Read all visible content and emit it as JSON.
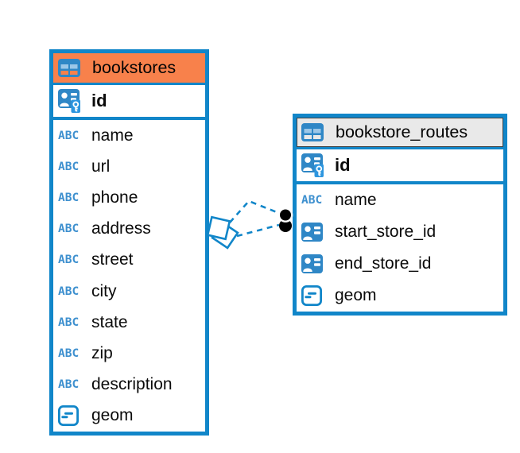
{
  "diagram": {
    "background_color": "#ffffff",
    "accent_color": "#1186C9",
    "tables": [
      {
        "name": "bookstores",
        "header_color": "#F8814B",
        "header_icon": "table-icon",
        "columns": [
          {
            "name": "id",
            "icon": "primary-key-icon",
            "primary_key": true
          },
          {
            "name": "name",
            "icon": "text-icon"
          },
          {
            "name": "url",
            "icon": "text-icon"
          },
          {
            "name": "phone",
            "icon": "text-icon"
          },
          {
            "name": "address",
            "icon": "text-icon"
          },
          {
            "name": "street",
            "icon": "text-icon"
          },
          {
            "name": "city",
            "icon": "text-icon"
          },
          {
            "name": "state",
            "icon": "text-icon"
          },
          {
            "name": "zip",
            "icon": "text-icon"
          },
          {
            "name": "description",
            "icon": "text-icon"
          },
          {
            "name": "geom",
            "icon": "geometry-icon"
          }
        ]
      },
      {
        "name": "bookstore_routes",
        "header_color": "#E9E9E9",
        "header_border_color": "#3F3F3F",
        "header_icon": "table-icon",
        "columns": [
          {
            "name": "id",
            "icon": "primary-key-icon",
            "primary_key": true
          },
          {
            "name": "name",
            "icon": "text-icon"
          },
          {
            "name": "start_store_id",
            "icon": "foreign-key-icon"
          },
          {
            "name": "end_store_id",
            "icon": "foreign-key-icon"
          },
          {
            "name": "geom",
            "icon": "geometry-icon"
          }
        ]
      }
    ],
    "relationships": [
      {
        "from_table": "bookstores",
        "to_table": "bookstore_routes",
        "line_style": "dashed",
        "source_marker": "diamond",
        "target_marker": "dot"
      },
      {
        "from_table": "bookstores",
        "to_table": "bookstore_routes",
        "line_style": "dashed",
        "source_marker": "diamond",
        "target_marker": "dot"
      }
    ],
    "icon_colors": {
      "icon_blue": "#2F87C6",
      "icon_cell_light_blue": "#9CC7E8",
      "key_patch_blue": "#2D96DF",
      "marker_dot_color": "#000000"
    }
  }
}
